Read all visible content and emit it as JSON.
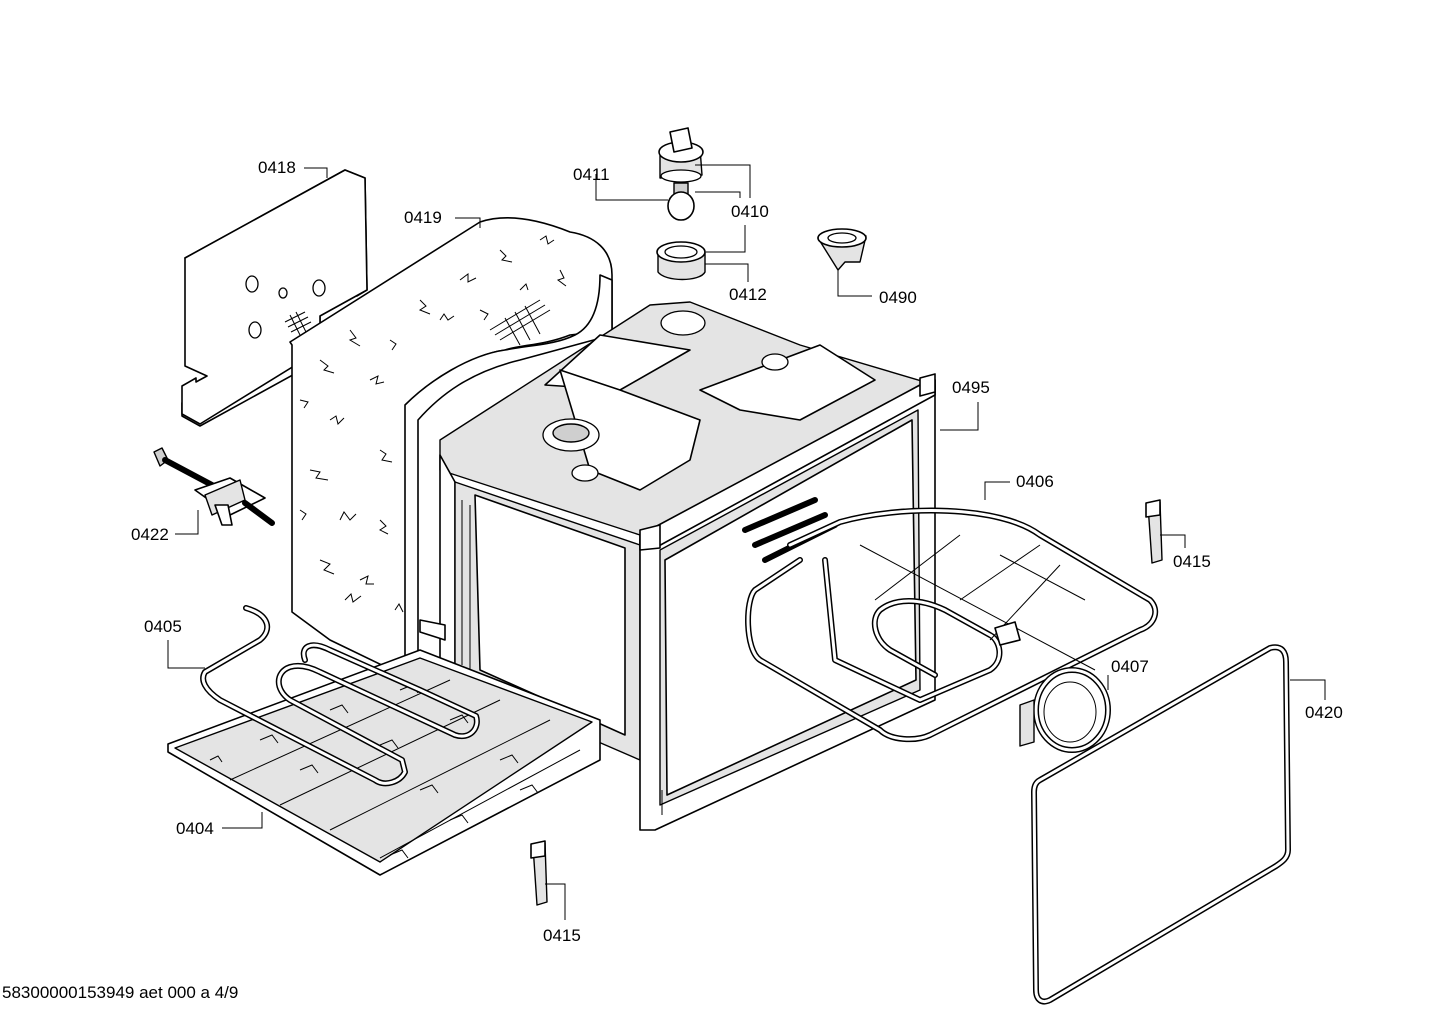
{
  "labels": {
    "p0418": "0418",
    "p0419": "0419",
    "p0411": "0411",
    "p0410": "0410",
    "p0412": "0412",
    "p0490": "0490",
    "p0495": "0495",
    "p0406": "0406",
    "p0415a": "0415",
    "p0422": "0422",
    "p0405": "0405",
    "p0407": "0407",
    "p0420": "0420",
    "p0404": "0404",
    "p0415b": "0415"
  },
  "footer": {
    "document_code": "58300000153949 aet 000 a 4/9"
  }
}
